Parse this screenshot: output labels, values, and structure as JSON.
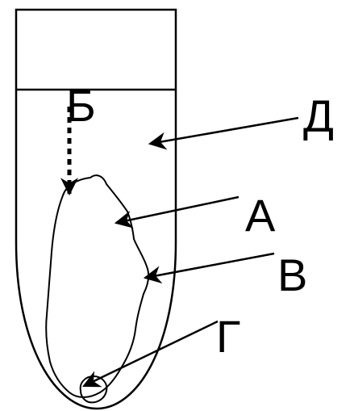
{
  "labels": {
    "a": "А",
    "b": "Б",
    "v": "В",
    "g": "Г",
    "d": "Д"
  },
  "colors": {
    "stroke": "#000000",
    "background": "#ffffff"
  }
}
